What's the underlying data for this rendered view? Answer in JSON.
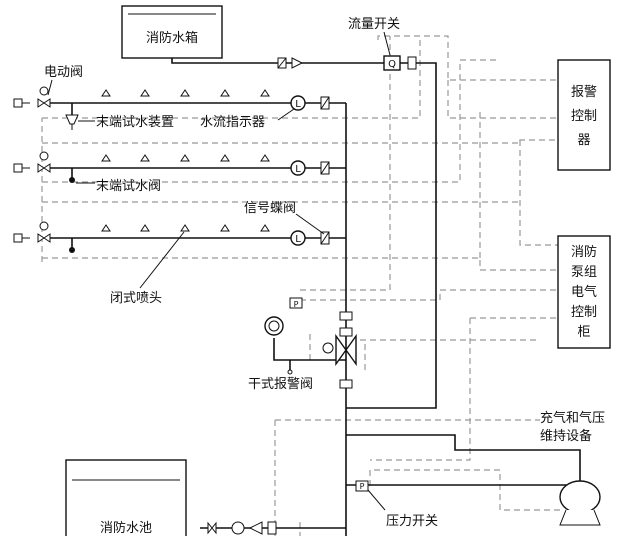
{
  "labels": {
    "fire_tank": "消防水箱",
    "flow_switch": "流量开关",
    "motor_valve": "电动阀",
    "end_test_device": "末端试水装置",
    "flow_indicator": "水流指示器",
    "end_test_valve": "末端试水阀",
    "signal_butterfly": "信号蝶阀",
    "closed_sprinkler": "闭式喷头",
    "dry_alarm_valve": "干式报警阀",
    "alarm_controller": [
      "报警",
      "控制",
      "器"
    ],
    "pump_control_cabinet": [
      "消防",
      "泵组",
      "电气",
      "控制",
      "柜"
    ],
    "air_supply_l1": "充气和气压",
    "air_supply_l2": "维持设备",
    "fire_pool": "消防水池",
    "pressure_switch": "压力开关"
  },
  "symbols": {
    "flow_switch_mark": "Q",
    "flow_indicator_mark": "L",
    "pressure_mark": "P"
  },
  "colors": {
    "pipe": "#111111",
    "signal_line": "#999999"
  }
}
